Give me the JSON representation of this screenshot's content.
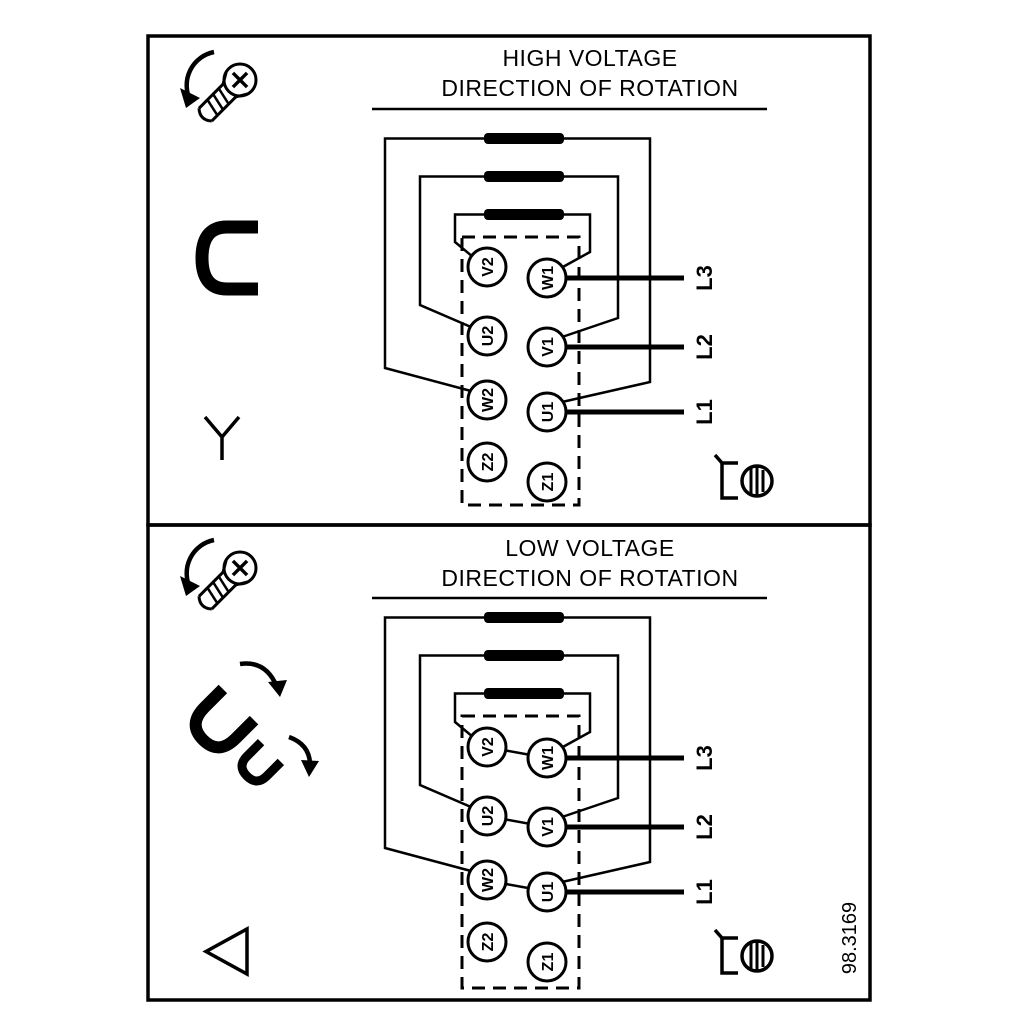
{
  "figure_reference": "98.3169",
  "colors": {
    "ink": "#000000",
    "paper": "#ffffff"
  },
  "high_voltage_panel": {
    "title": "HIGH VOLTAGE",
    "subtitle": "DIRECTION OF ROTATION",
    "connection_type": "star",
    "terminal_labels": {
      "left": [
        "V2",
        "U2",
        "W2",
        "Z2"
      ],
      "right": [
        "W1",
        "V1",
        "U1",
        "Z1"
      ]
    },
    "supply_line_labels": [
      "L3",
      "L2",
      "L1"
    ],
    "icons": [
      "screw-rotation-icon",
      "terminal-link-icon",
      "star-connection-icon",
      "ground-terminal-icon"
    ]
  },
  "low_voltage_panel": {
    "title": "LOW VOLTAGE",
    "subtitle": "DIRECTION OF ROTATION",
    "connection_type": "delta",
    "terminal_labels": {
      "left": [
        "V2",
        "U2",
        "W2",
        "Z2"
      ],
      "right": [
        "W1",
        "V1",
        "U1",
        "Z1"
      ]
    },
    "supply_line_labels": [
      "L3",
      "L2",
      "L1"
    ],
    "icons": [
      "screw-rotation-icon",
      "delta-links-icon",
      "delta-connection-icon",
      "ground-terminal-icon"
    ]
  }
}
